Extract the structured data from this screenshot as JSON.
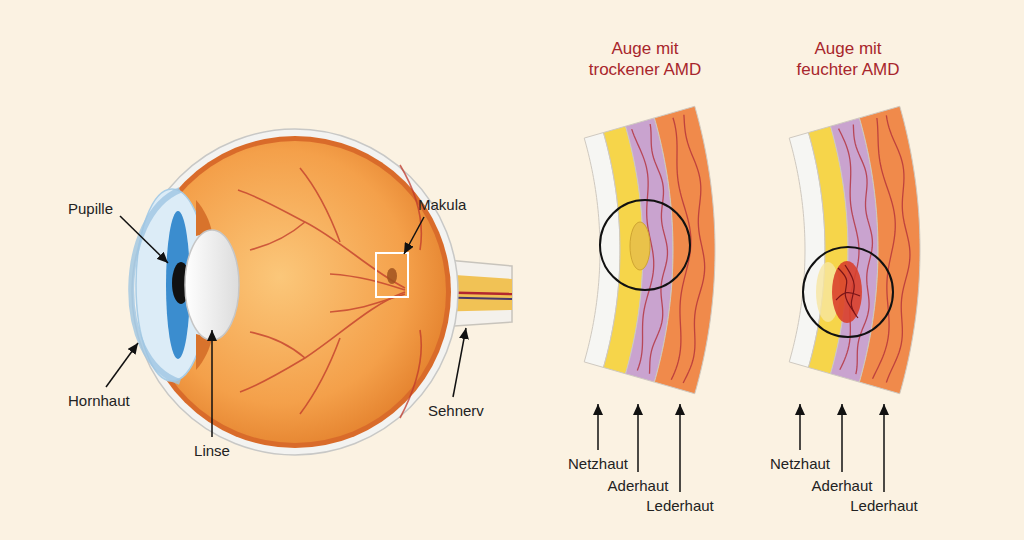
{
  "diagram": {
    "labels": [
      "Auge mit trockener AMD",
      "Auge mit feuchter AMD",
      "Pupille",
      "Makula",
      "Hornhaut",
      "Linse",
      "Sehnerv",
      "Netzhaut",
      "Aderhaut",
      "Lederhaut",
      "Netzhaut",
      "Aderhaut",
      "Lederhaut"
    ]
  }
}
